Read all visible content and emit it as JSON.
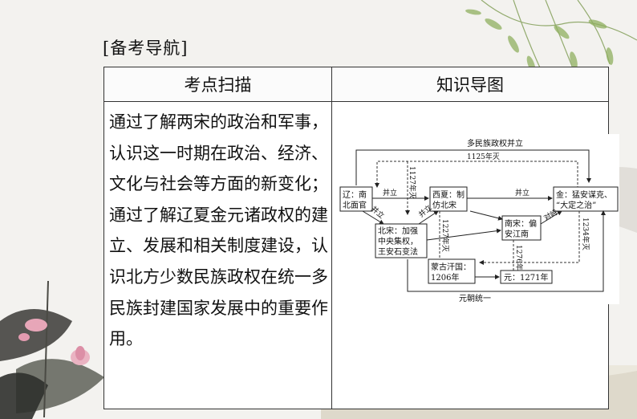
{
  "section_title": "[备考导航]",
  "table": {
    "col1_header": "考点扫描",
    "col2_header": "知识导图",
    "scan_text": "通过了解两宋的政治和军事，认识这一时期在政治、经济、文化与社会等方面的新变化；通过了解辽夏金元诸政权的建立、发展和相关制度建设，认识北方少数民族政权在统一多民族封建国家发展中的重要作用。"
  },
  "diagram": {
    "top_label": "多民族政权并立",
    "year_1125": "1125年灭",
    "year_1127": "1127年灭",
    "year_1227": "1227年灭",
    "year_1276": "1276年灭",
    "year_1234": "1234年灭",
    "liao": [
      "辽：南",
      "北面官"
    ],
    "xixia": [
      "西夏：制",
      "仿北宋"
    ],
    "jin": [
      "金：猛安谋克、",
      "“大定之治”"
    ],
    "beisong": [
      "北宋：加强",
      "中央集权，",
      "王安石变法"
    ],
    "nansong": [
      "南宋：偏",
      "安江南"
    ],
    "menggu": [
      "蒙古汗国：",
      "1206年"
    ],
    "yuan": "元：1271年",
    "bingli": "并立",
    "duizhi": "对峙",
    "bottom_label": "元朝统一"
  }
}
